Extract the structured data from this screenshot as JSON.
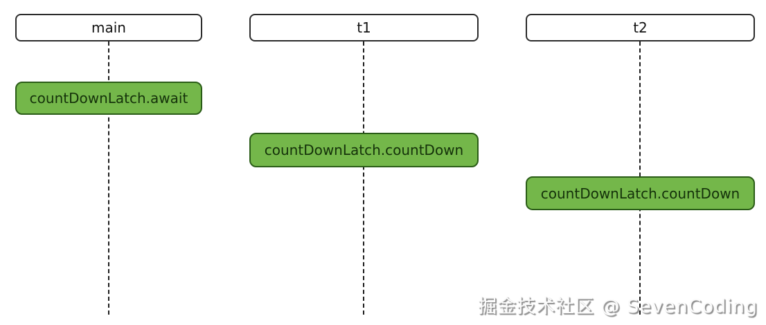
{
  "diagram": {
    "type": "sequence-diagram",
    "lifelines": [
      {
        "id": "main",
        "label": "main",
        "activation": {
          "label": "countDownLatch.await"
        }
      },
      {
        "id": "t1",
        "label": "t1",
        "activation": {
          "label": "countDownLatch.countDown"
        }
      },
      {
        "id": "t2",
        "label": "t2",
        "activation": {
          "label": "countDownLatch.countDown"
        }
      }
    ],
    "colors": {
      "activation_fill": "#74b74a",
      "activation_border": "#2a5c17",
      "activation_text": "#14310a",
      "header_border": "#2b2b2b",
      "lifeline_dash": "#1b1b1b",
      "background": "#ffffff"
    }
  },
  "watermark": {
    "text": "掘金技术社区 @ SevenCoding"
  }
}
